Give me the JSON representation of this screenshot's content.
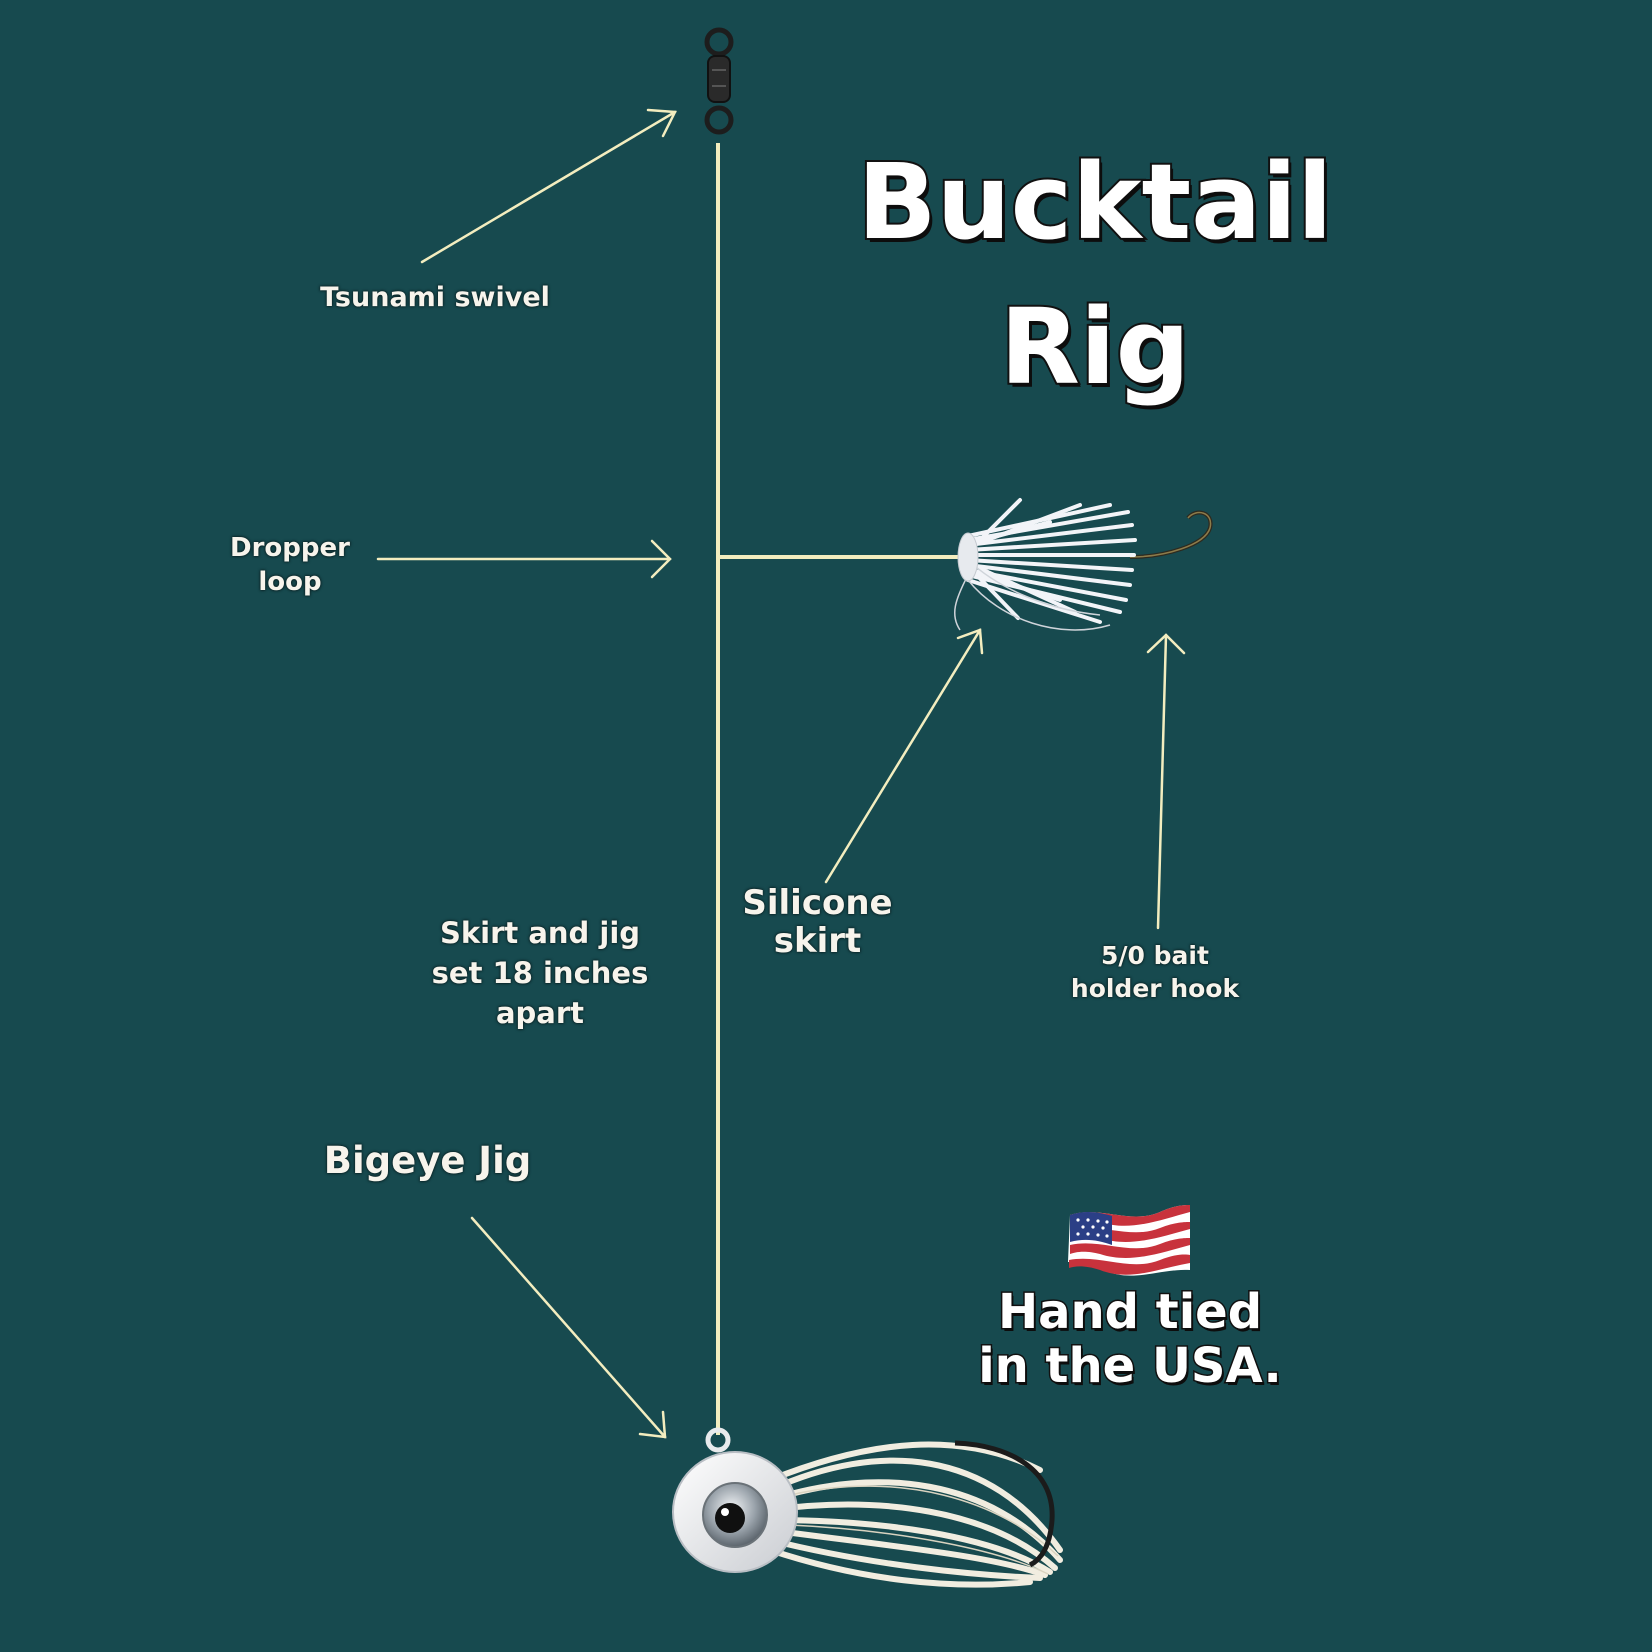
{
  "title": {
    "line1": "Bucktail",
    "line2": "Rig"
  },
  "labels": {
    "swivel": "Tsunami swivel",
    "dropper_line1": "Dropper",
    "dropper_line2": "loop",
    "skirt_jig_line1": "Skirt and jig",
    "skirt_jig_line2": "set 18 inches",
    "skirt_jig_line3": "apart",
    "silicone_line1": "Silicone",
    "silicone_line2": "skirt",
    "hook_line1": "5/0 bait",
    "hook_line2": "holder hook",
    "bigeye": "Bigeye Jig"
  },
  "footer": {
    "line1": "Hand tied",
    "line2": "in the USA."
  },
  "colors": {
    "background": "#174a4f",
    "line": "#f3edbf",
    "text": "#f7f4ec",
    "skirt": "#f2f4f8",
    "flag_red": "#c8323c",
    "flag_blue": "#2b3f86"
  },
  "icons": [
    "swivel-icon",
    "silicone-skirt-hook-icon",
    "bigeye-jig-icon",
    "usa-flag-icon"
  ]
}
